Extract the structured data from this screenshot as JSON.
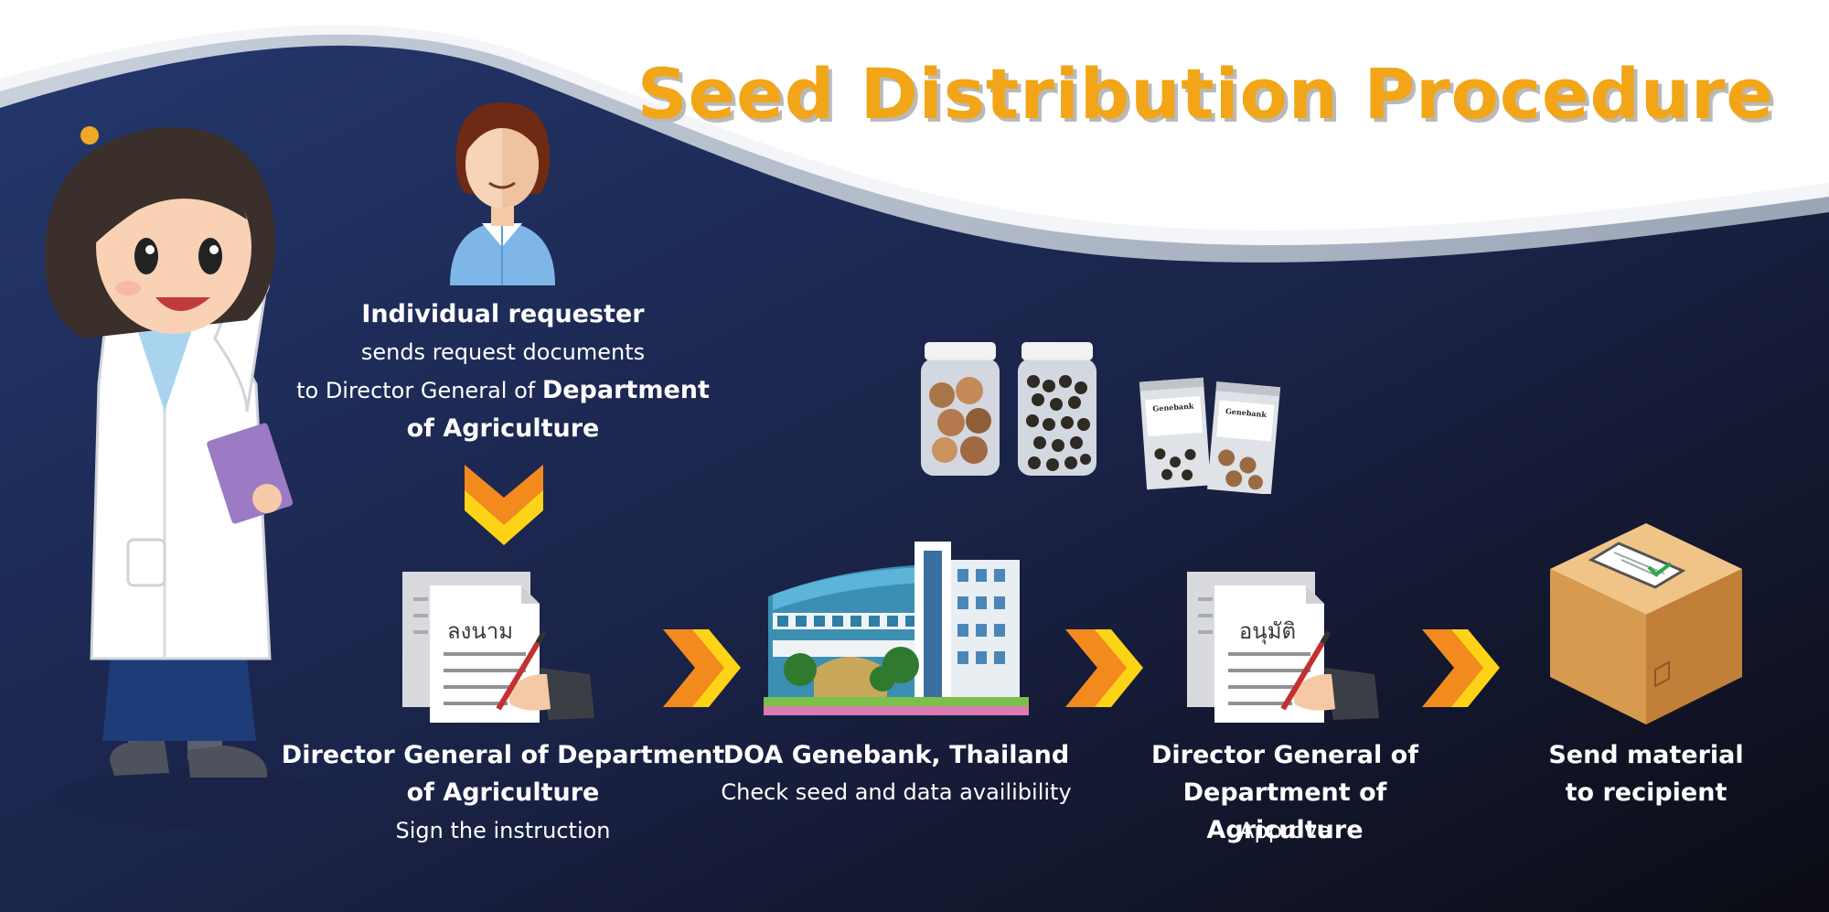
{
  "title": "Seed Distribution Procedure",
  "requester": {
    "heading": "Individual requester",
    "line1": "sends request documents",
    "line2_prefix": "to Director General of ",
    "line2_bold": "Department",
    "line3": "of Agriculture"
  },
  "steps": [
    {
      "title1": "Director General of Department",
      "title2": "of Agriculture",
      "desc": "Sign the instruction",
      "doc_text": "ลงนาม"
    },
    {
      "title1": "DOA Genebank, Thailand",
      "desc": "Check seed and data availibility"
    },
    {
      "title1": "Director General of",
      "title2": "Department of Agriculture",
      "desc": "Approve",
      "doc_text": "อนุมัติ"
    },
    {
      "title1": "Send material",
      "title2": "to recipient"
    }
  ],
  "packet_label": "Genebank",
  "colors": {
    "title": "#f2a516",
    "navy": "#1f2e62",
    "chevron_orange": "#f28a1e",
    "chevron_yellow": "#fcd316"
  }
}
